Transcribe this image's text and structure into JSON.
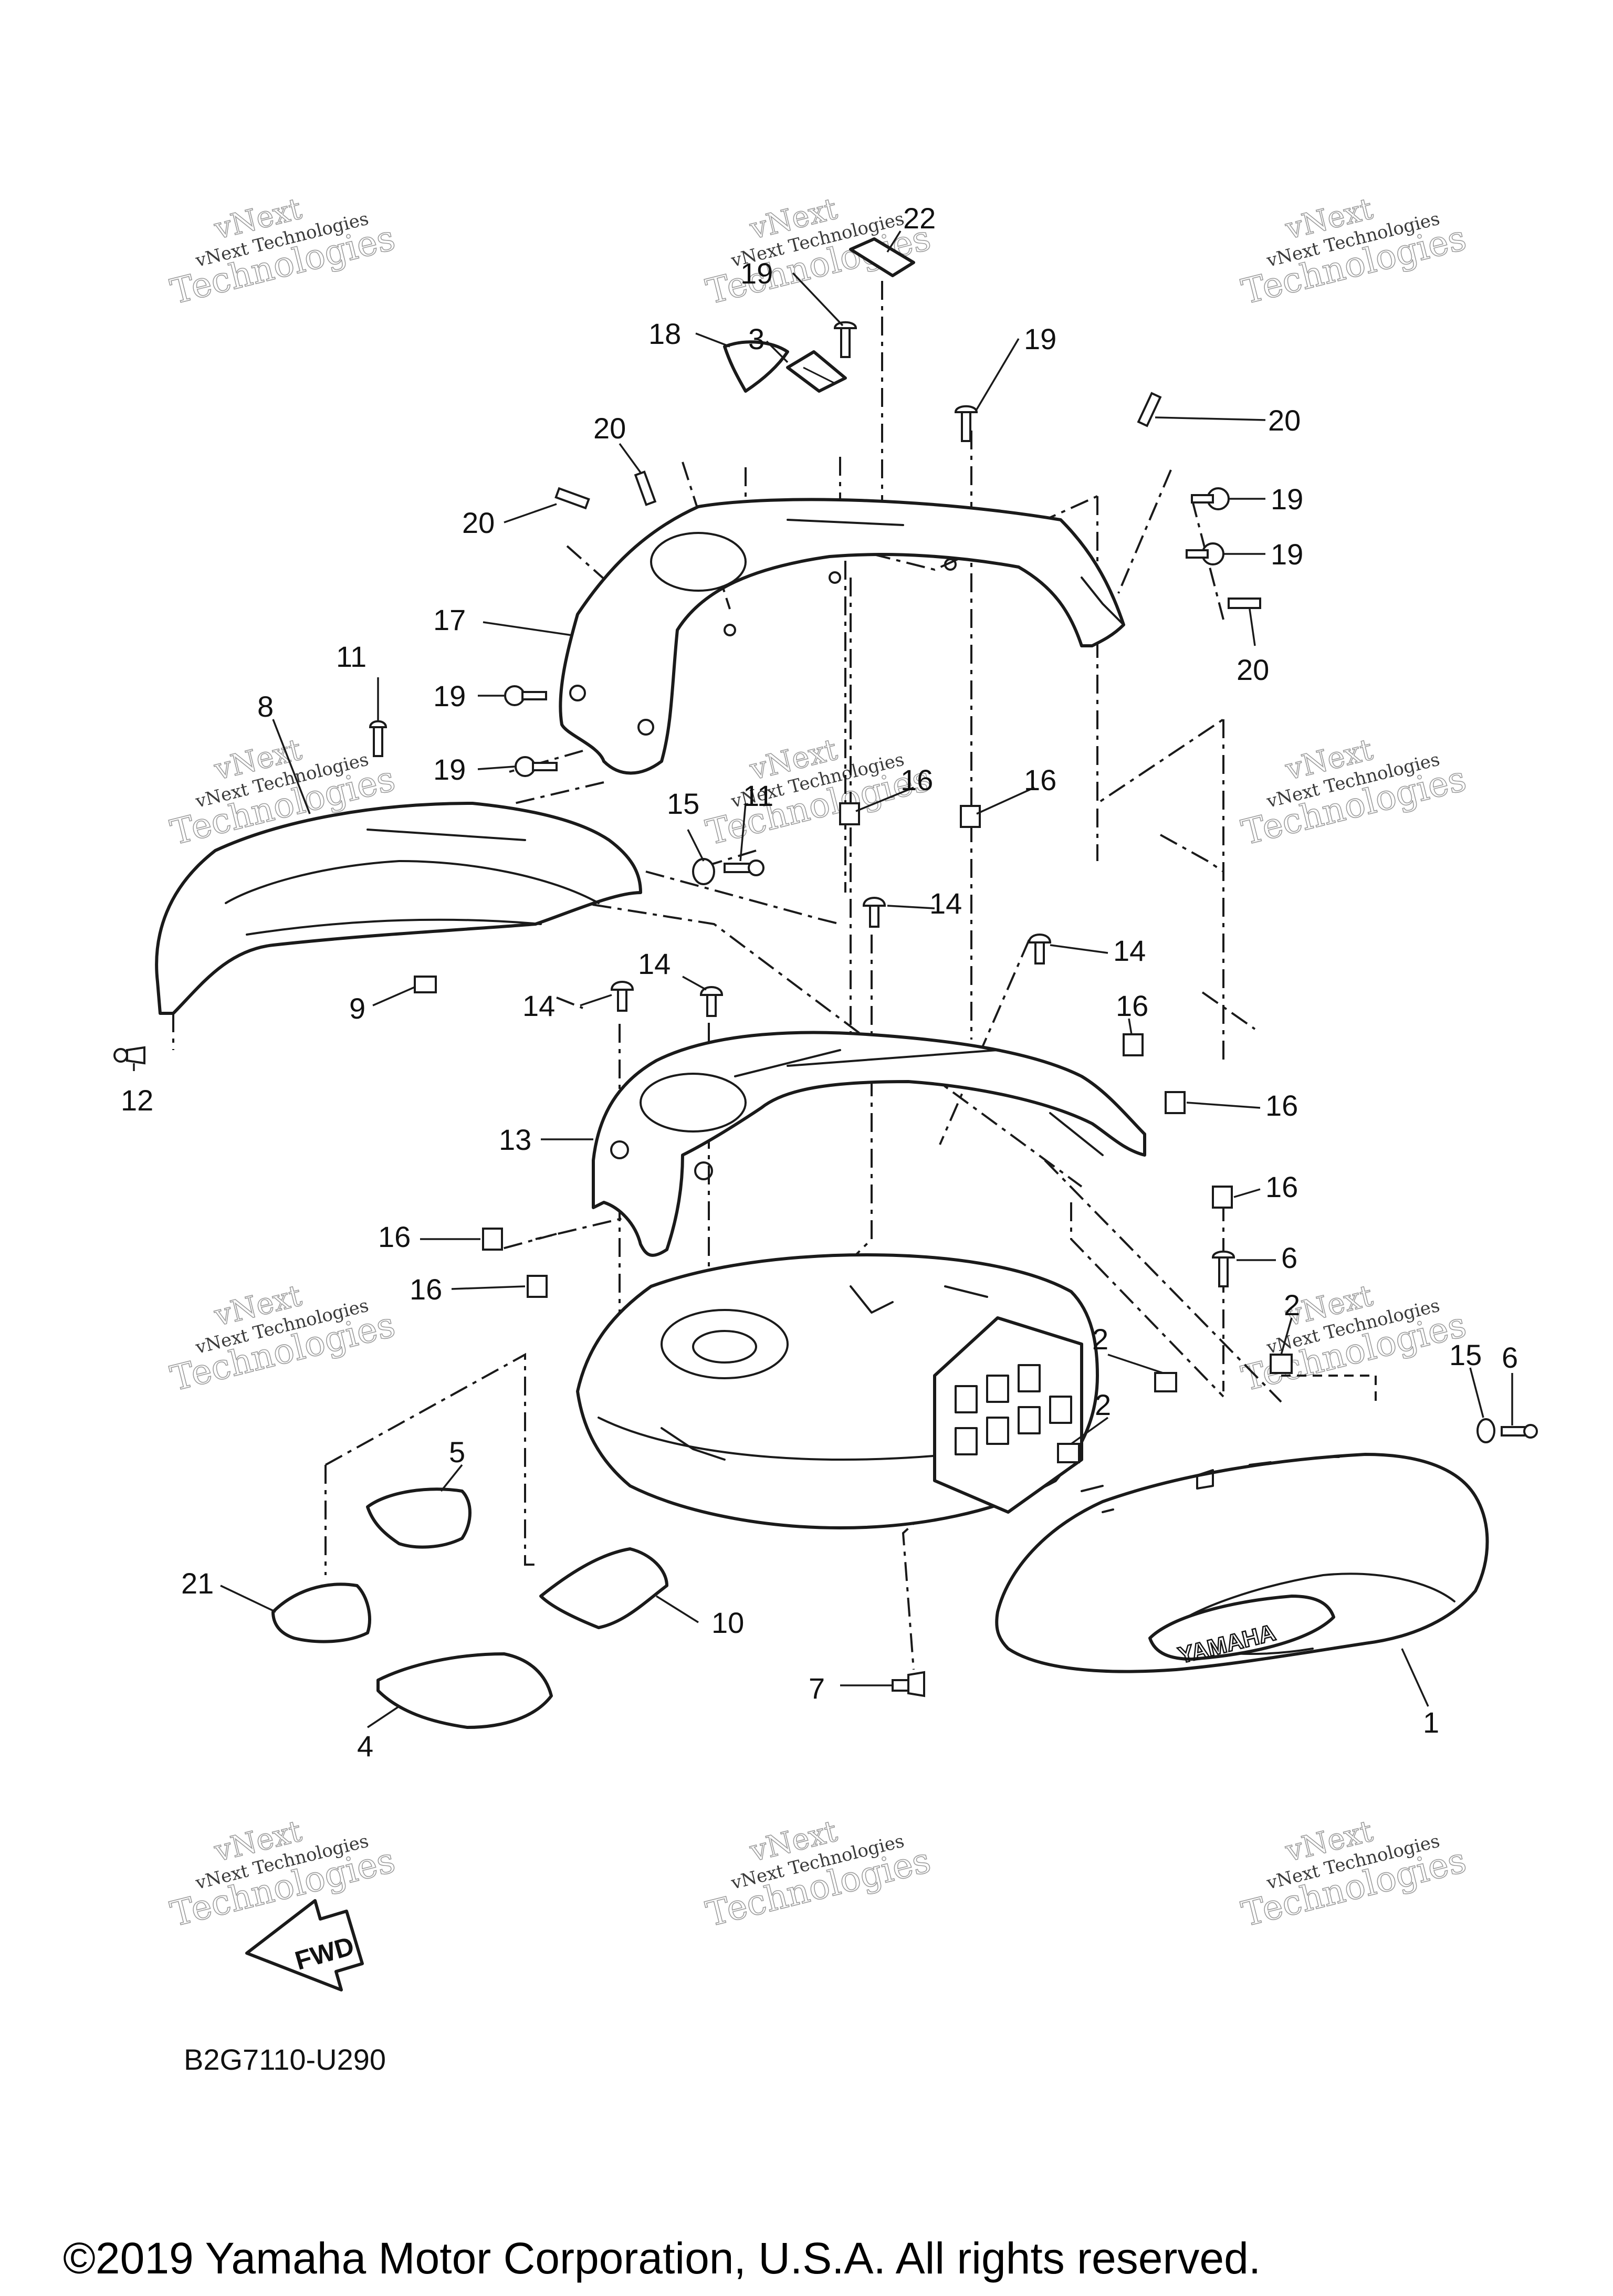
{
  "callouts": {
    "c22": "22",
    "c19a": "19",
    "c3": "3",
    "c18": "18",
    "c19b": "19",
    "c20a": "20",
    "c20b": "20",
    "c20c": "20",
    "c19c": "19",
    "c19d": "19",
    "c17": "17",
    "c20d": "20",
    "c11": "11",
    "c8": "8",
    "c19e": "19",
    "c19f": "19",
    "c15a": "15",
    "c11b": "11",
    "c16a": "16",
    "c16b": "16",
    "c14a": "14",
    "c9": "9",
    "c14b": "14",
    "c14c": "14",
    "c14d": "14",
    "c12": "12",
    "c13": "13",
    "c16c": "16",
    "c16d": "16",
    "c16e": "16",
    "c16f": "16",
    "c16g": "16",
    "c6a": "6",
    "c2a": "2",
    "c2b": "2",
    "c15b": "15",
    "c6b": "6",
    "c2c": "2",
    "c5": "5",
    "c21": "21",
    "c10": "10",
    "c4": "4",
    "c7": "7",
    "c1": "1"
  },
  "watermark": {
    "line1": "vNext",
    "line2": "vNext Technologies",
    "line3": "Technologies"
  },
  "brand_mark": "YAMAHA",
  "fwd_label": "FWD",
  "diagram_code": "B2G7110-U290",
  "copyright": "©2019 Yamaha Motor Corporation, U.S.A. All rights reserved."
}
